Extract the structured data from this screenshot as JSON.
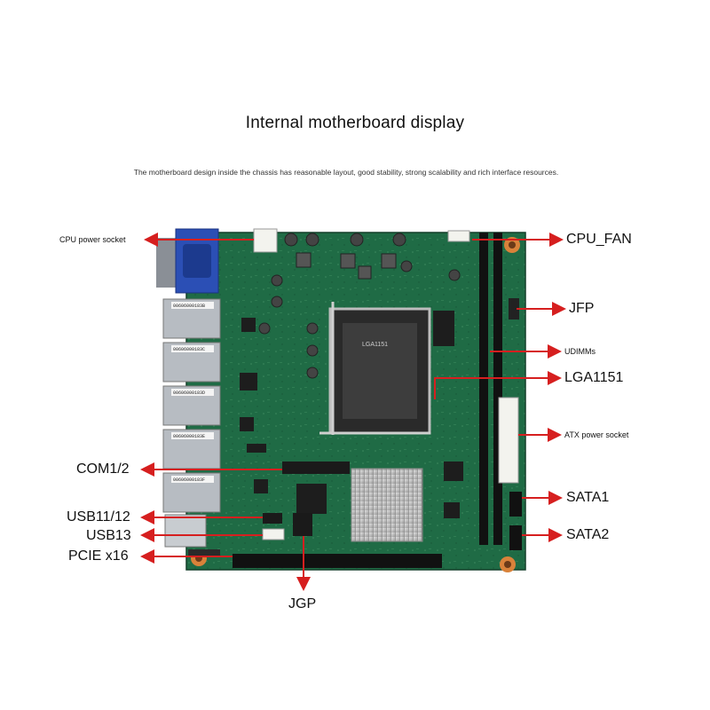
{
  "header": {
    "title": "Internal motherboard display",
    "subtitle": "The motherboard design inside the chassis has reasonable layout, good stability, strong scalability and rich interface resources."
  },
  "board": {
    "socket_text": "LGA1151",
    "port_serials": [
      "00606000183B",
      "00606000183C",
      "00606000183D",
      "00606000183E",
      "00606000183F"
    ]
  },
  "callouts": {
    "cpu_power_socket": "CPU power socket",
    "cpu_fan": "CPU_FAN",
    "jfp": "JFP",
    "udimms": "UDIMMs",
    "lga1151": "LGA1151",
    "atx_power_socket": "ATX power socket",
    "com12": "COM1/2",
    "sata1": "SATA1",
    "usb1112": "USB11/12",
    "usb13": "USB13",
    "sata2": "SATA2",
    "pcie_x16": "PCIE x16",
    "jgp": "JGP"
  },
  "colors": {
    "pcb": "#1f6b45",
    "arrow": "#d61f1f",
    "vga": "#2b4fb5"
  }
}
